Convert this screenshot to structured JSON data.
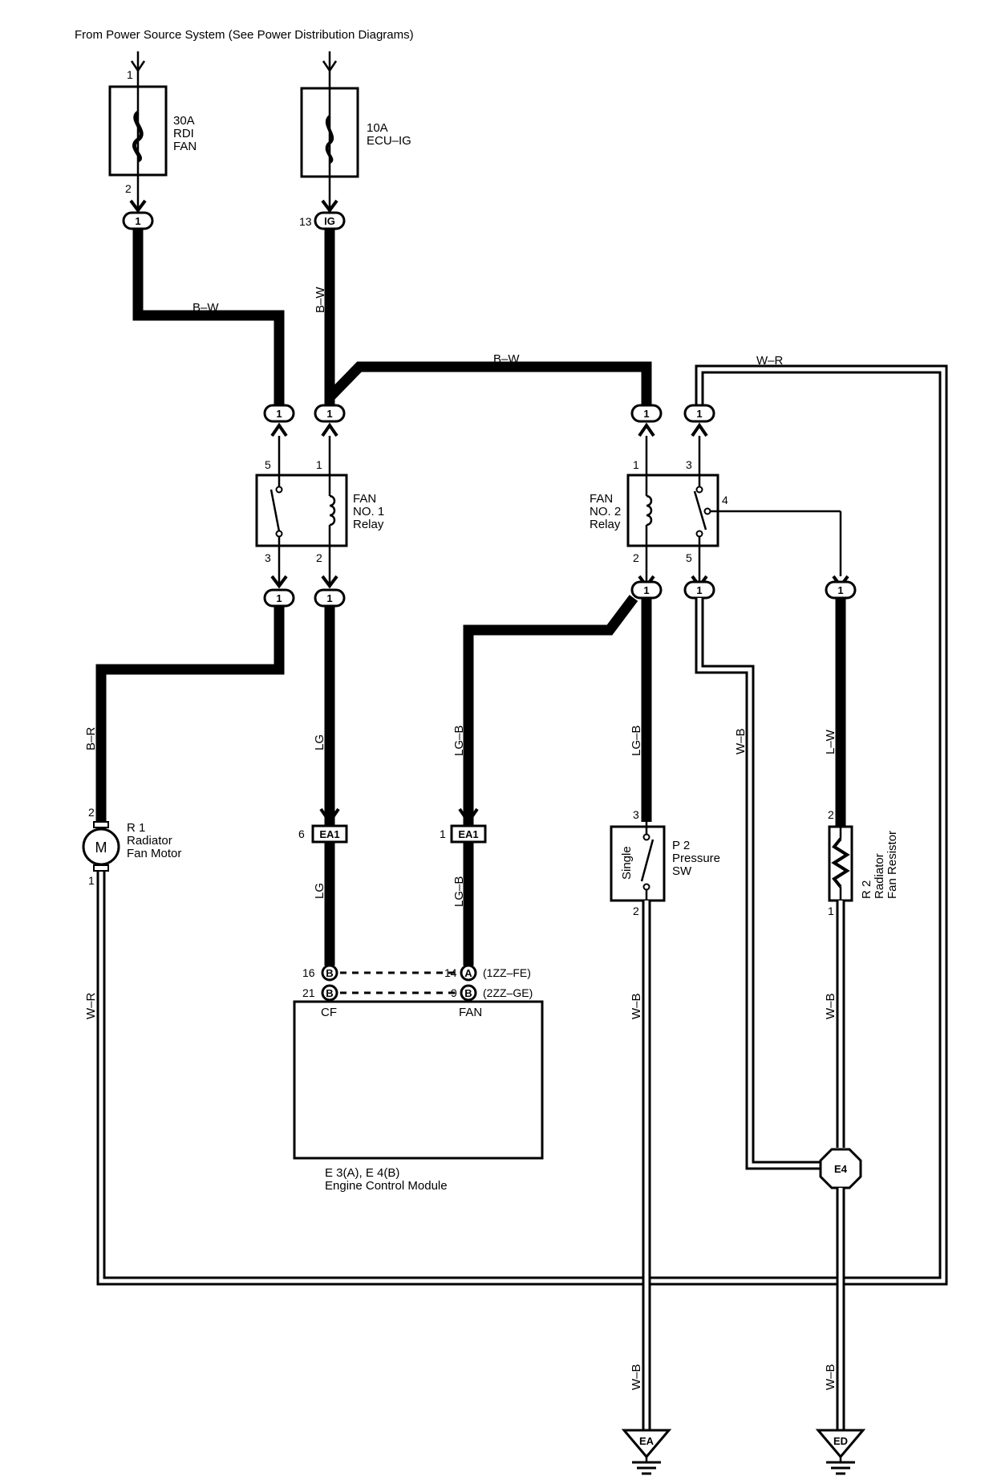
{
  "header": "From Power Source System (See Power Distribution Diagrams)",
  "fuses": [
    {
      "amp": "30A",
      "line2": "RDI",
      "line3": "FAN",
      "pin_in": "1",
      "pin_out": "2"
    },
    {
      "amp": "10A",
      "line2": "ECU–IG",
      "pin_out": "13"
    }
  ],
  "connectors": {
    "c1": "1",
    "ig": "IG",
    "ea1": "EA1",
    "e4": "E4",
    "a": "A",
    "b": "B"
  },
  "wires": {
    "bw": "B–W",
    "wr": "W–R",
    "br": "B–R",
    "lg": "LG",
    "lgb": "LG–B",
    "wb": "W–B",
    "lw": "L–W"
  },
  "relay1": {
    "name": [
      "FAN",
      "NO. 1",
      "Relay"
    ],
    "pins": {
      "p5": "5",
      "p1": "1",
      "p3": "3",
      "p2": "2"
    }
  },
  "relay2": {
    "name": [
      "FAN",
      "NO. 2",
      "Relay"
    ],
    "pins": {
      "p1": "1",
      "p3": "3",
      "p4": "4",
      "p2": "2",
      "p5": "5"
    }
  },
  "motor": {
    "symbol": "M",
    "ref": "R 1",
    "name": [
      "Radiator",
      "Fan Motor"
    ],
    "pin_top": "2",
    "pin_bottom": "1"
  },
  "pressure_sw": {
    "ref": "P 2",
    "name": [
      "Pressure",
      "SW"
    ],
    "inner": "Single",
    "pin_top": "3",
    "pin_bottom": "2"
  },
  "resistor": {
    "ref": "R 2",
    "name": [
      "Radiator",
      "Fan Resistor"
    ],
    "pin_top": "2",
    "pin_bottom": "1"
  },
  "ecm": {
    "ref": "E 3(A), E 4(B)",
    "name": "Engine Control Module",
    "cf": "CF",
    "fan": "FAN",
    "pins": {
      "p16": "16",
      "p21": "21",
      "p14": "14",
      "p9": "9",
      "ea1_6": "6",
      "ea1_1": "1"
    },
    "engine_a": "(1ZZ–FE)",
    "engine_b": "(2ZZ–GE)"
  },
  "grounds": {
    "ea": "EA",
    "ed": "ED"
  }
}
